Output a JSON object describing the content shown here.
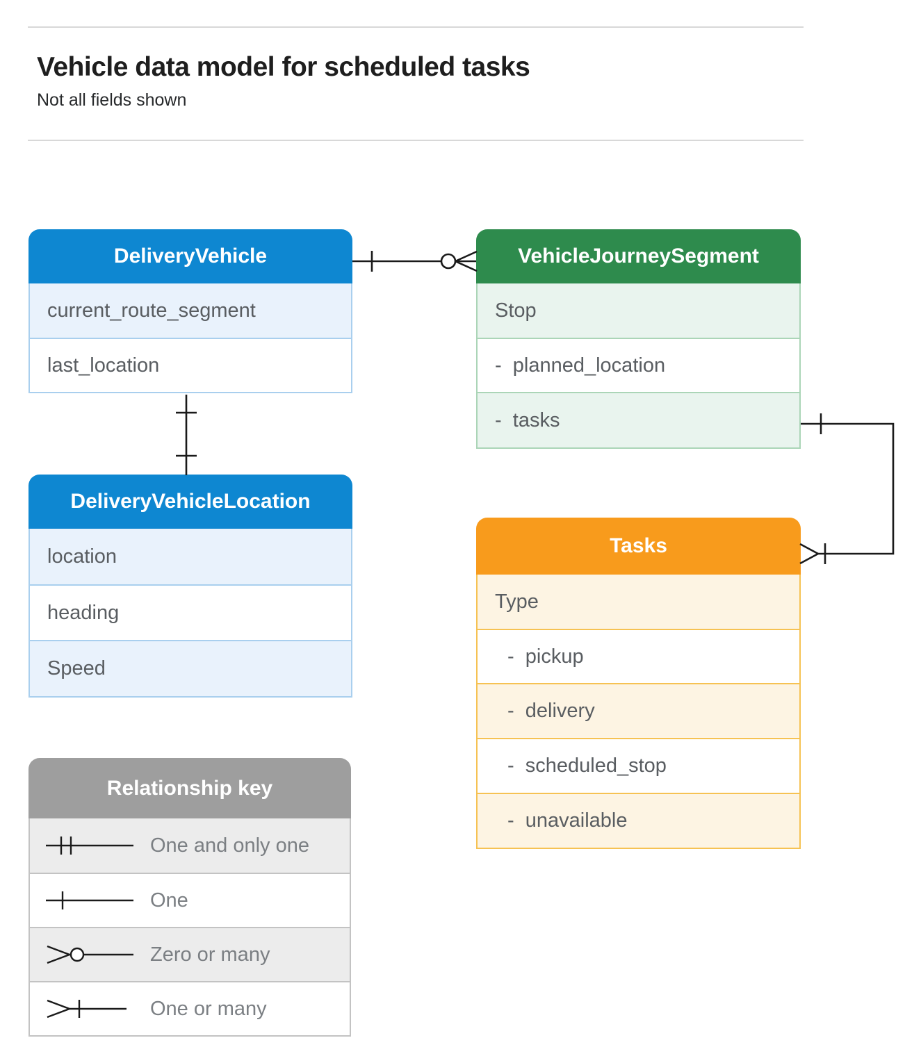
{
  "page": {
    "title": "Vehicle data model for scheduled tasks",
    "subtitle": "Not all fields shown"
  },
  "entities": {
    "delivery_vehicle": {
      "title": "DeliveryVehicle",
      "rows": [
        "current_route_segment",
        "last_location"
      ]
    },
    "vehicle_journey_segment": {
      "title": "VehicleJourneySegment",
      "rows": [
        "Stop",
        "-  planned_location",
        "-  tasks"
      ]
    },
    "delivery_vehicle_location": {
      "title": "DeliveryVehicleLocation",
      "rows": [
        "location",
        "heading",
        "Speed"
      ]
    },
    "tasks": {
      "title": "Tasks",
      "rows": [
        "Type",
        "-  pickup",
        "-  delivery",
        "-  scheduled_stop",
        "-  unavailable"
      ]
    }
  },
  "legend": {
    "title": "Relationship key",
    "items": [
      {
        "symbol": "one-and-only-one",
        "label": "One and only one"
      },
      {
        "symbol": "one",
        "label": "One"
      },
      {
        "symbol": "zero-or-many",
        "label": "Zero or many"
      },
      {
        "symbol": "one-or-many",
        "label": "One or many"
      }
    ]
  },
  "relationships": [
    {
      "from": "DeliveryVehicle",
      "to": "VehicleJourneySegment",
      "from_end": "one",
      "to_end": "zero-or-many"
    },
    {
      "from": "DeliveryVehicle",
      "to": "DeliveryVehicleLocation",
      "from_end": "one",
      "to_end": "one"
    },
    {
      "from": "VehicleJourneySegment.tasks",
      "to": "Tasks",
      "from_end": "one",
      "to_end": "one-or-many"
    }
  ],
  "colors": {
    "blue_header": "#0e87d1",
    "green_header": "#2e8b4d",
    "orange_header": "#f89b1c",
    "gray_header": "#9e9e9e",
    "blue_tint": "#e9f2fc",
    "green_tint": "#e9f4ee",
    "orange_tint": "#fdf4e3",
    "gray_tint": "#ececec",
    "connector": "#1a1a1a"
  }
}
